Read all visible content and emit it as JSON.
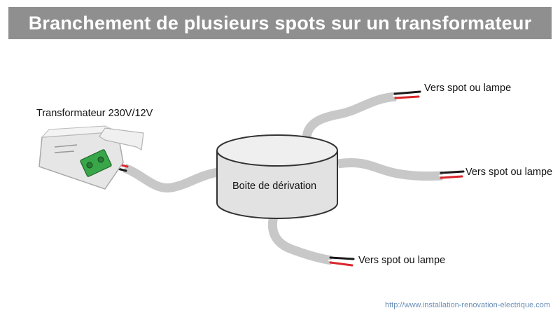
{
  "title": "Branchement de plusieurs spots sur un transformateur",
  "labels": {
    "transformer": "Transformateur 230V/12V",
    "junction_box": "Boite de dérivation",
    "spot_top": "Vers spot ou lampe",
    "spot_right": "Vers spot ou lampe",
    "spot_bottom": "Vers spot ou lampe"
  },
  "credit": "http://www.installation-renovation-electrique.com",
  "colors": {
    "title_bg": "#8f8f8f",
    "cable": "#c8c8c8",
    "box_fill": "#e2e2e2",
    "terminal_green": "#3aa64a",
    "wire_red": "#d9262b",
    "wire_black": "#1a1a1a"
  }
}
